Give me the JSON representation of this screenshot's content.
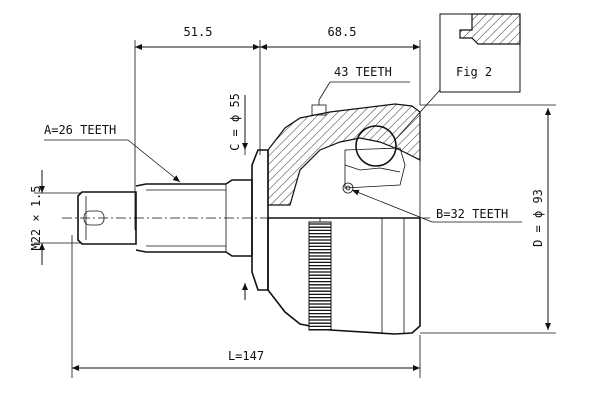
{
  "dimensions": {
    "width_left": "51.5",
    "width_right": "68.5",
    "total_length": "L=147",
    "thread": "M22 × 1.5",
    "diameter_c": "C = ϕ 55",
    "diameter_d": "D = ϕ 93"
  },
  "callouts": {
    "teeth_43": "43 TEETH",
    "teeth_a": "A=26 TEETH",
    "teeth_b": "B=32 TEETH",
    "fig": "Fig 2"
  },
  "colors": {
    "ink": "#111111",
    "background": "#ffffff"
  }
}
